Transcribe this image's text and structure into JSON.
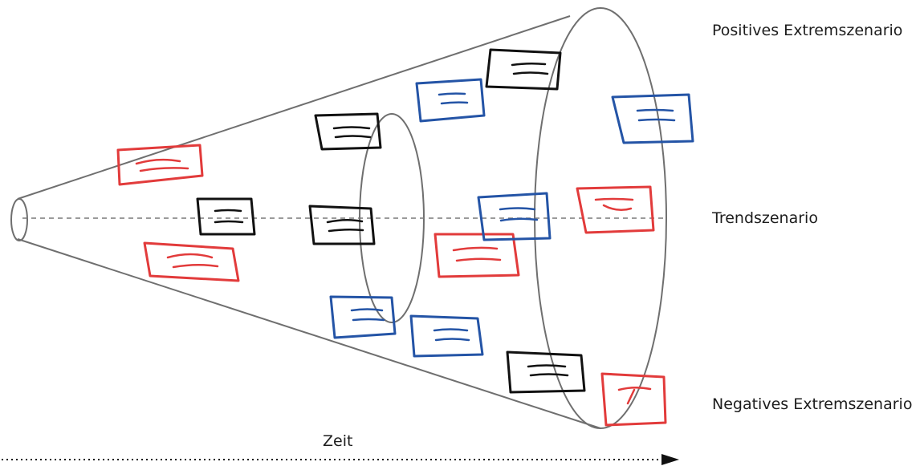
{
  "labels": {
    "positive": "Positives Extremszenario",
    "trend": "Trendszenario",
    "negative": "Negatives Extremszenario",
    "time_axis": "Zeit"
  },
  "colors": {
    "funnel_outline": "#6f6f6f",
    "trend_line": "#7a7a7a",
    "time_arrow": "#111111",
    "black_note": "#111111",
    "blue_note": "#2454a6",
    "red_note": "#e23b3b",
    "text": "#1d1d1d"
  }
}
